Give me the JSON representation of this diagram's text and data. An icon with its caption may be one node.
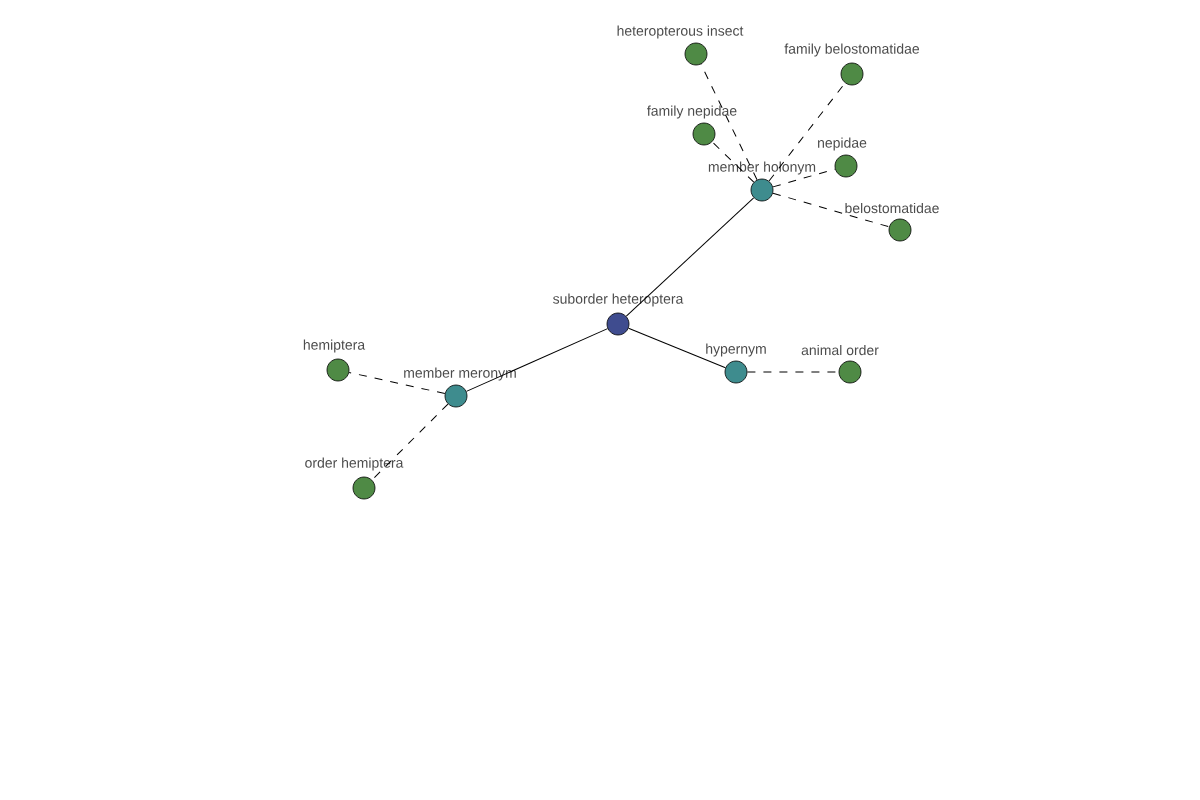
{
  "diagram": {
    "nodes": [
      {
        "text": [
          "suborder heteroptera"
        ]
      },
      {
        "text": [
          "member holonym"
        ]
      },
      {
        "text": [
          "heteropterous insect"
        ]
      },
      {
        "text": [
          "family belostomatidae"
        ]
      },
      {
        "text": [
          "family nepidae"
        ]
      },
      {
        "text": [
          "nepidae"
        ]
      },
      {
        "text": [
          "belostomatidae"
        ]
      },
      {
        "text": [
          "hypernym"
        ]
      },
      {
        "text": [
          "animal order"
        ]
      },
      {
        "text": [
          "member meronym"
        ]
      },
      {
        "text": [
          "hemiptera"
        ]
      },
      {
        "text": [
          "order hemiptera"
        ]
      }
    ],
    "edges": [
      {
        "from": 0,
        "to": 1,
        "arrow": "none"
      },
      {
        "from": 0,
        "to": 7,
        "arrow": "none"
      },
      {
        "from": 0,
        "to": 9,
        "arrow": "none"
      },
      {
        "from": 1,
        "to": 2,
        "arrow": "none",
        "style": "dashed"
      },
      {
        "from": 1,
        "to": 3,
        "arrow": "none",
        "style": "dashed"
      },
      {
        "from": 1,
        "to": 4,
        "arrow": "none",
        "style": "dashed"
      },
      {
        "from": 1,
        "to": 5,
        "arrow": "none",
        "style": "dashed"
      },
      {
        "from": 1,
        "to": 6,
        "arrow": "none",
        "style": "dashed"
      },
      {
        "from": 7,
        "to": 8,
        "arrow": "none",
        "style": "dashed"
      },
      {
        "from": 9,
        "to": 10,
        "arrow": "none",
        "style": "dashed"
      },
      {
        "from": 9,
        "to": 11,
        "arrow": "none",
        "style": "dashed"
      }
    ]
  }
}
